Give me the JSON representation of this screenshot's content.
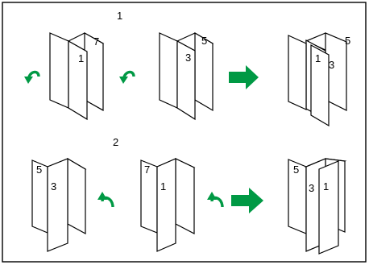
{
  "steps": [
    "1",
    "2"
  ],
  "row1": {
    "booklet_a": [
      "7",
      "1"
    ],
    "booklet_b": [
      "5",
      "3"
    ],
    "result": [
      "5",
      "1",
      "3"
    ]
  },
  "row2": {
    "booklet_a": [
      "5",
      "3"
    ],
    "booklet_b": [
      "7",
      "1"
    ],
    "result": [
      "5",
      "3",
      "1"
    ]
  },
  "colors": {
    "arrow": "#009944",
    "frame": "#000000"
  },
  "icons": [
    "rotate-arrow-icon",
    "right-arrow-icon",
    "rotate-back-arrow-icon"
  ]
}
